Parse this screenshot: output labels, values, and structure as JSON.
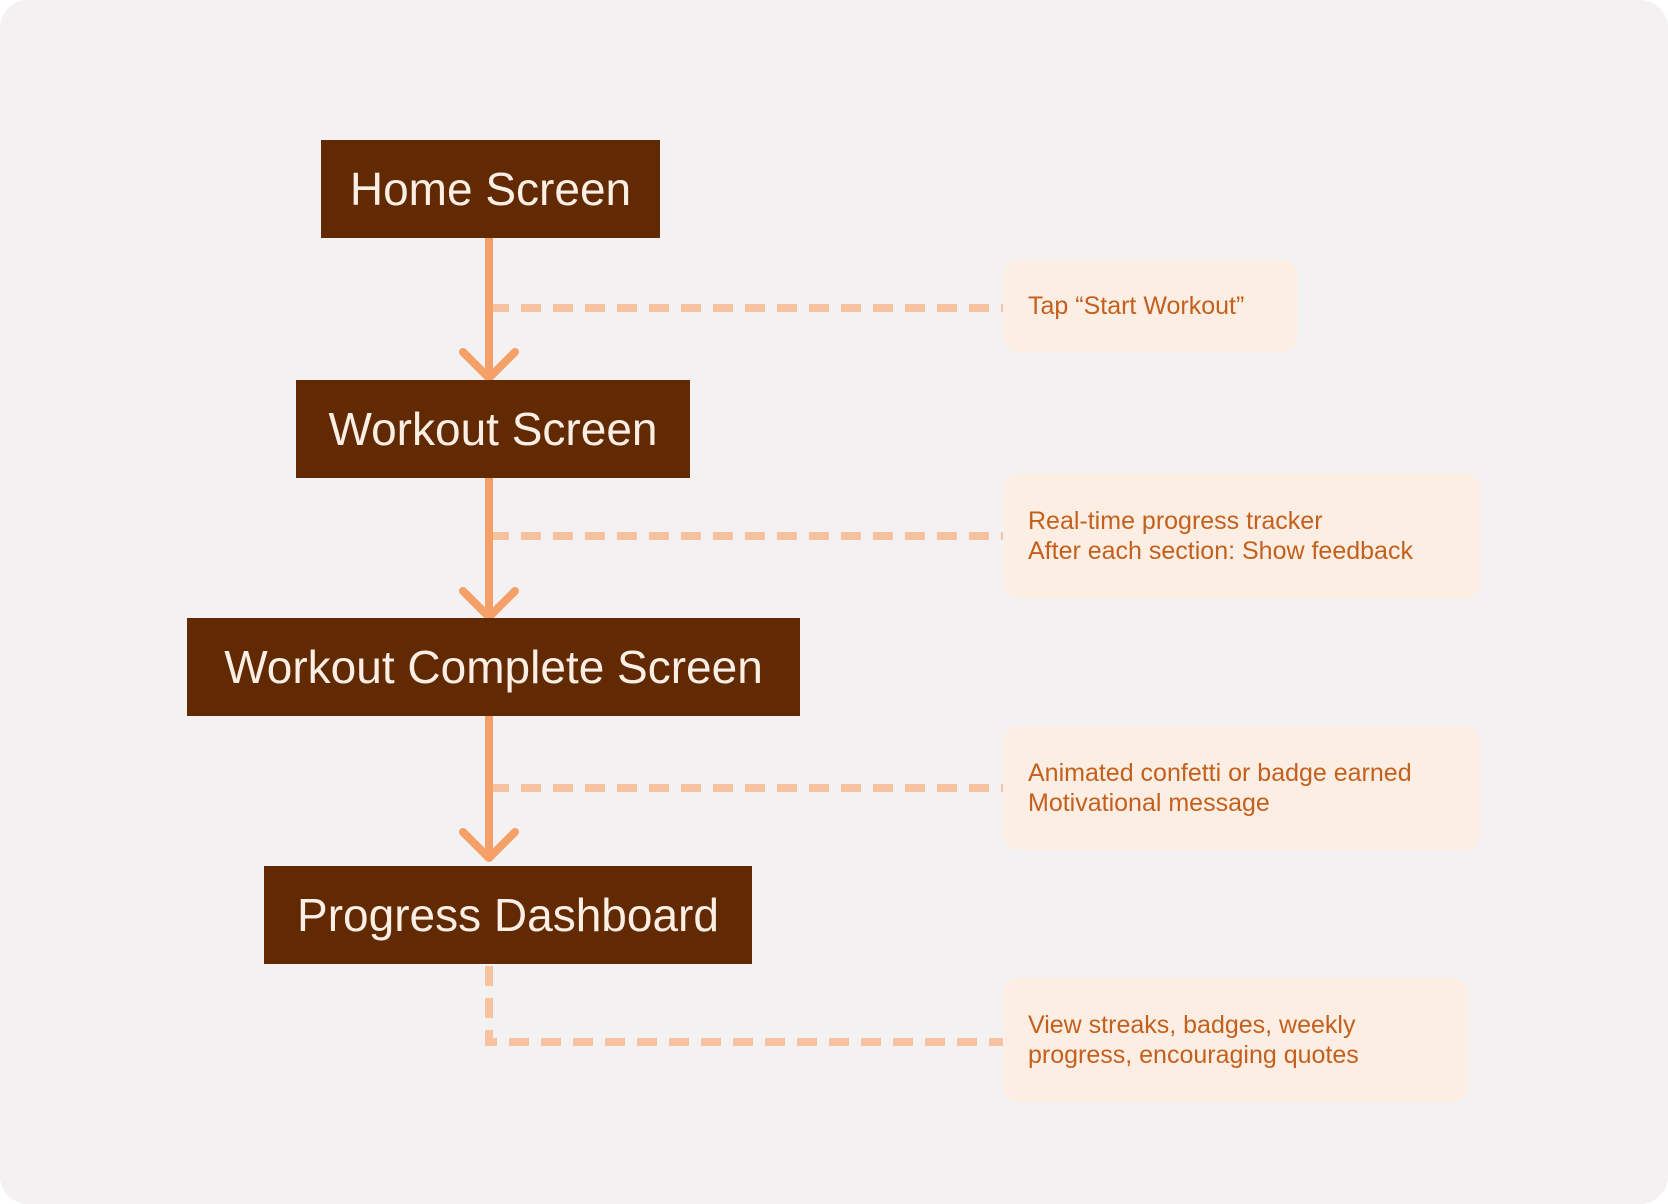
{
  "colors": {
    "background": "#f3f1f1",
    "node_fill": "#622a03",
    "node_text": "#fbeee4",
    "arrow": "#f4a068",
    "dash": "#f7c29f",
    "note_fill": "#fdeee4",
    "note_text": "#c4601e"
  },
  "nodes": [
    {
      "label": "Home Screen"
    },
    {
      "label": "Workout Screen"
    },
    {
      "label": "Workout Complete Screen"
    },
    {
      "label": "Progress Dashboard"
    }
  ],
  "notes": [
    {
      "lines": [
        "Tap “Start Workout”"
      ]
    },
    {
      "lines": [
        "Real-time progress tracker",
        "After each section: Show feedback"
      ]
    },
    {
      "lines": [
        "Animated confetti or badge earned",
        "Motivational message"
      ]
    },
    {
      "lines": [
        "View streaks, badges, weekly",
        "progress, encouraging quotes"
      ]
    }
  ]
}
